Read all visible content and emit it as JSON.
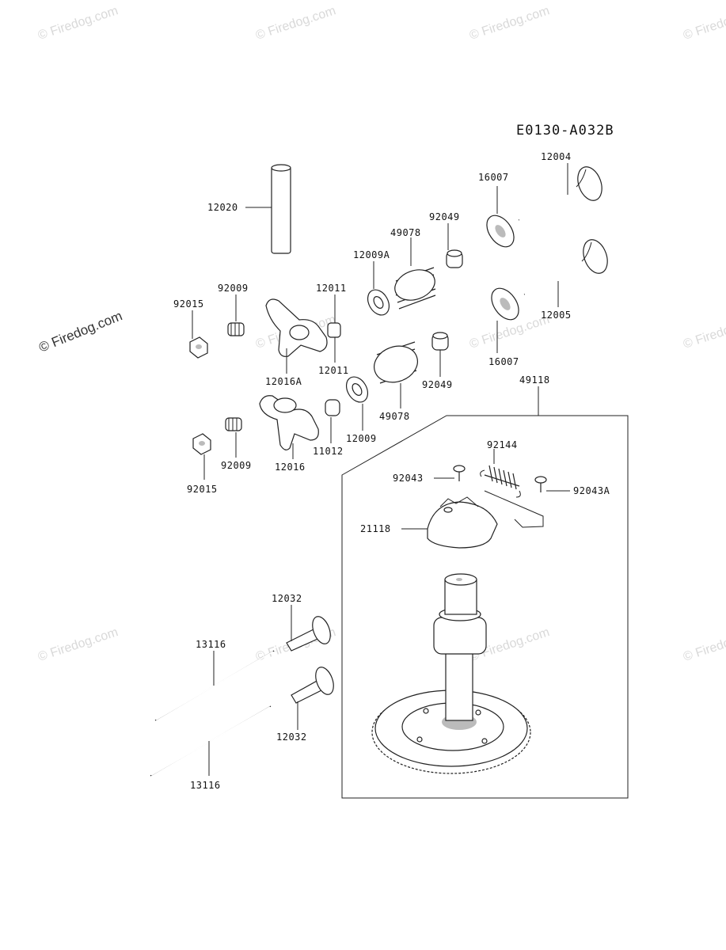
{
  "diagram_code": "E0130-A032B",
  "watermark": "© Firedog.com",
  "labels": {
    "p12004": "12004",
    "p16007a": "16007",
    "p12020": "12020",
    "p92049a": "92049",
    "p49078a": "49078",
    "p12009A": "12009A",
    "p12011a": "12011",
    "p92009a": "92009",
    "p92015a": "92015",
    "p12016A": "12016A",
    "p12011b": "12011",
    "p12005": "12005",
    "p16007b": "16007",
    "p92049b": "92049",
    "p49078b": "49078",
    "p49118": "49118",
    "p12009": "12009",
    "p11012": "11012",
    "p12016": "12016",
    "p92009b": "92009",
    "p92015b": "92015",
    "p92144": "92144",
    "p92043": "92043",
    "p92043A": "92043A",
    "p21118": "21118",
    "p12032a": "12032",
    "p13116a": "13116",
    "p12032b": "12032",
    "p13116b": "13116"
  }
}
